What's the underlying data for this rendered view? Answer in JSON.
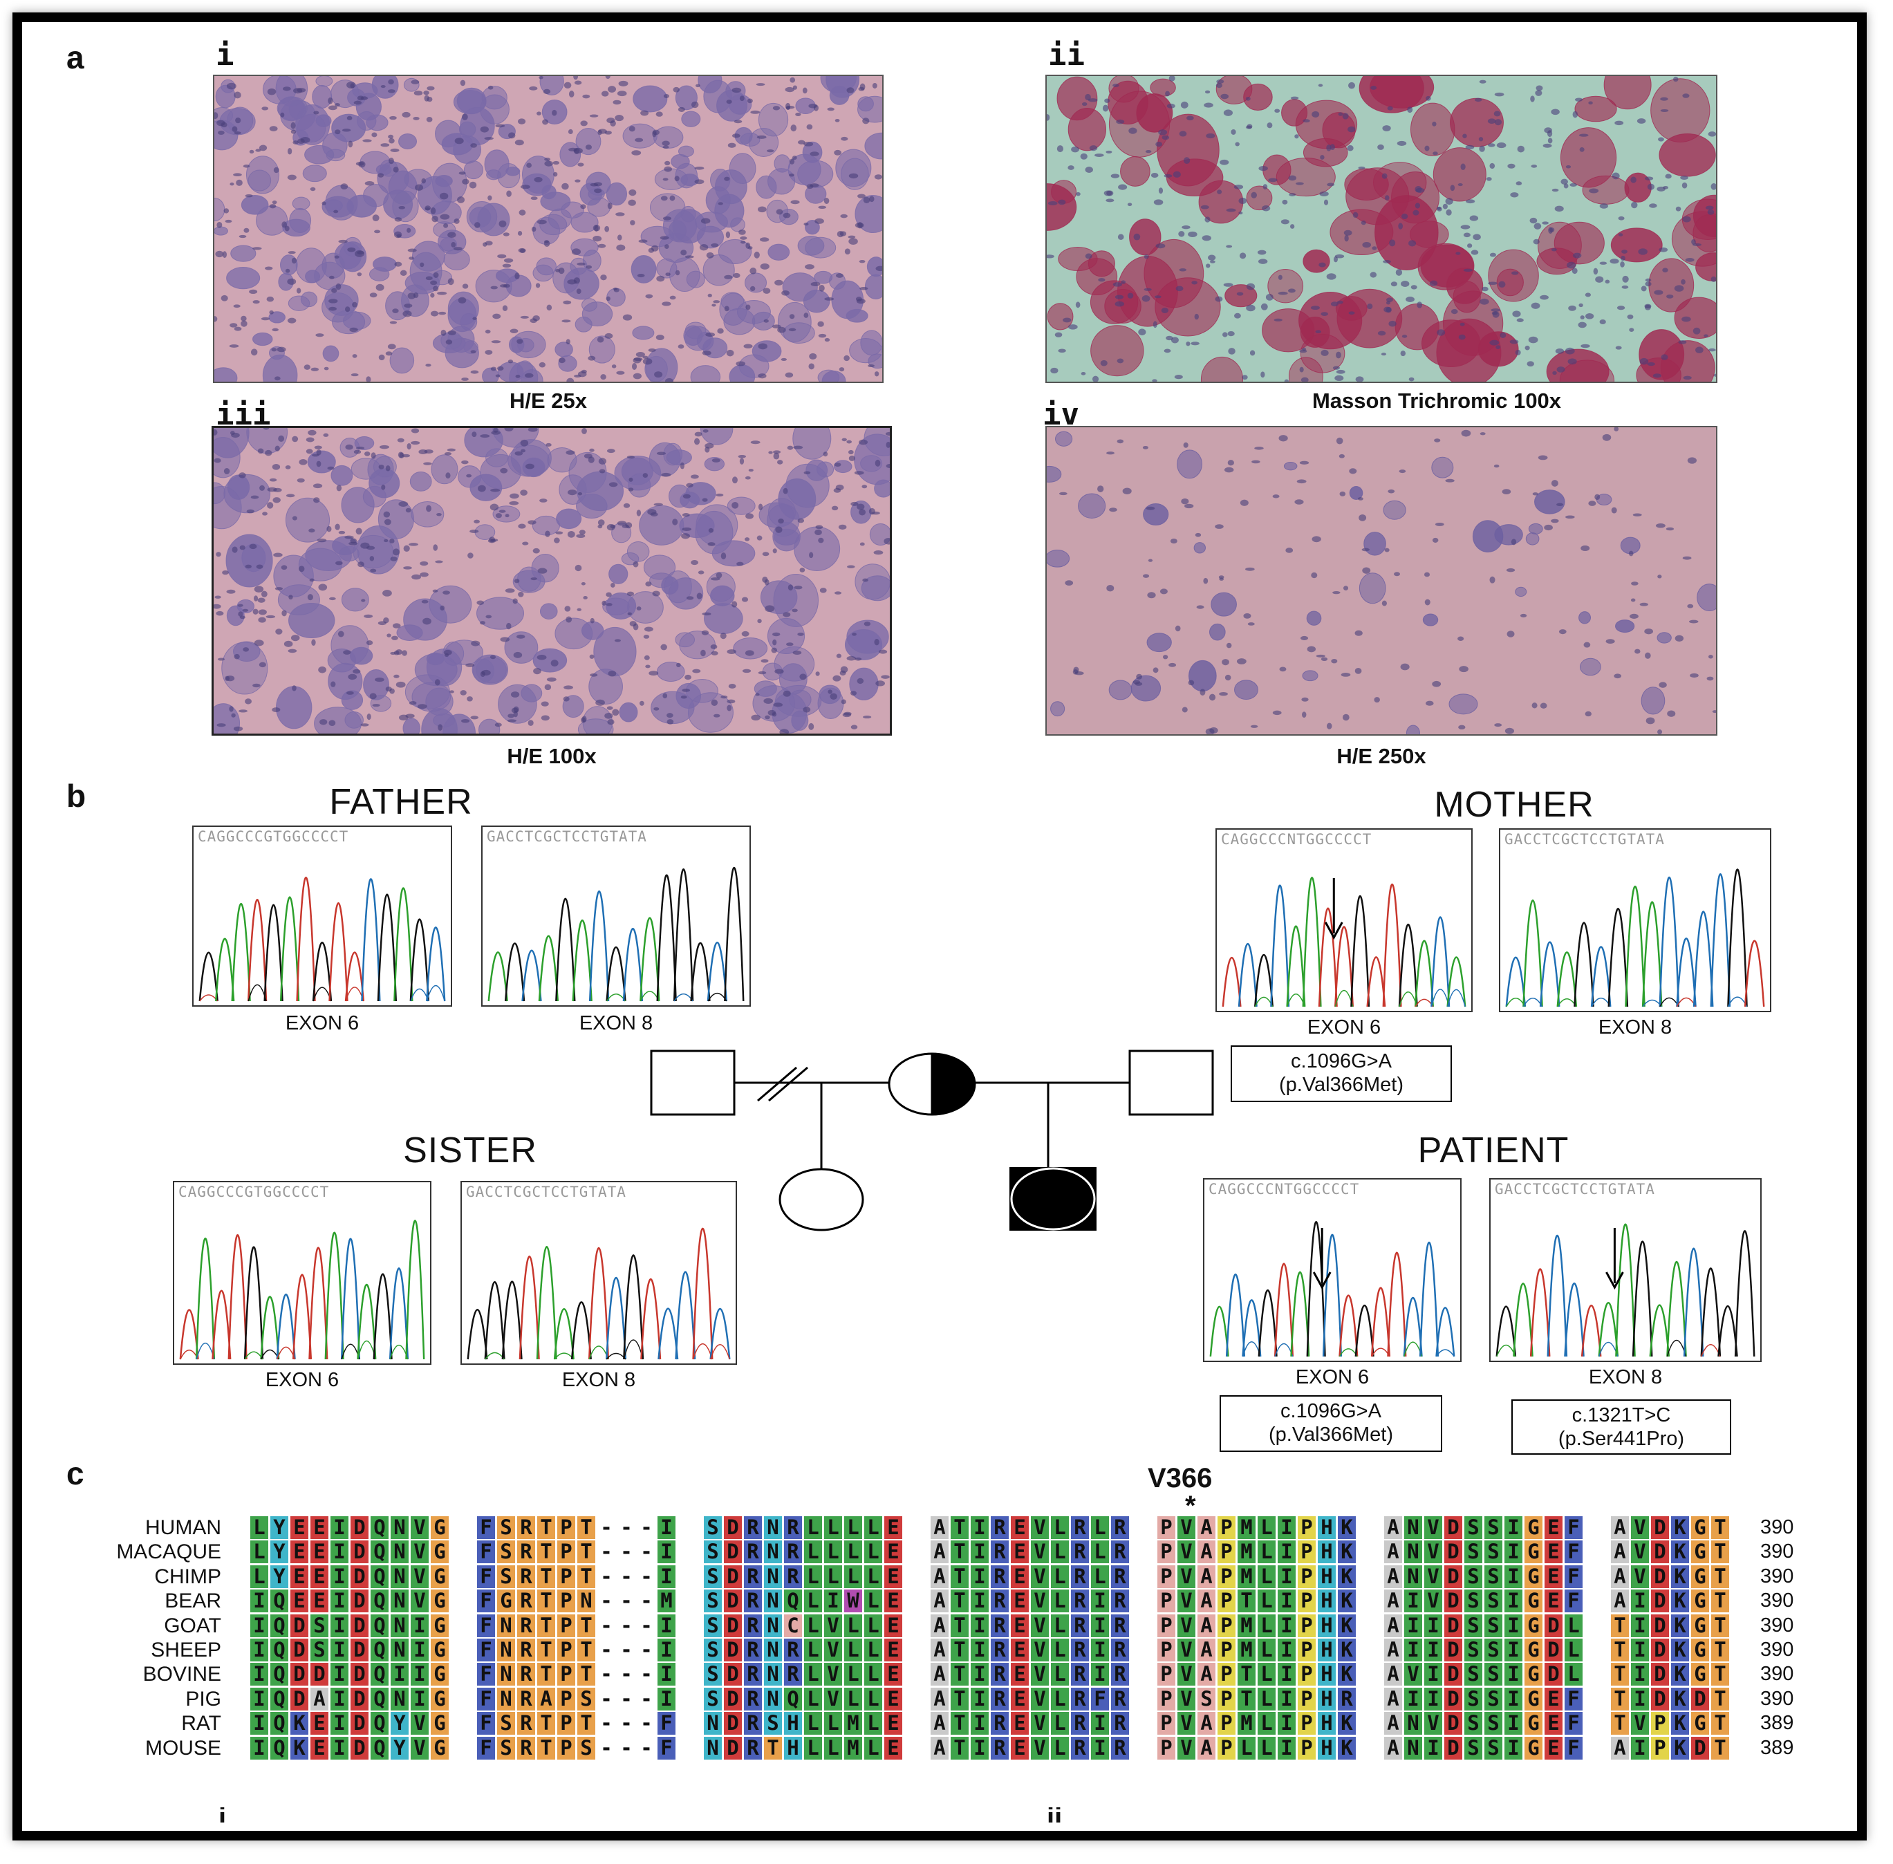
{
  "panels": {
    "a": {
      "letter": "a",
      "images": [
        {
          "roman": "i",
          "caption": "H/E 25x"
        },
        {
          "roman": "ii",
          "caption": "Masson Trichromic 100x"
        },
        {
          "roman": "iii",
          "caption": "H/E 100x"
        },
        {
          "roman": "iv",
          "caption": "H/E 250x"
        }
      ]
    },
    "b": {
      "letter": "b",
      "members": {
        "father": {
          "label": "FATHER",
          "seq6": "CAGGCCCGTGGCCCCT",
          "seq8": "GACCTCGCTCCTGTATA"
        },
        "mother": {
          "label": "MOTHER",
          "seq6": "CAGGCCCNTGGCCCCT",
          "seq8": "GACCTCGCTCCTGTATA"
        },
        "sister": {
          "label": "SISTER",
          "seq6": "CAGGCCCGTGGCCCCT",
          "seq8": "GACCTCGCTCCTGTATA"
        },
        "patient": {
          "label": "PATIENT",
          "seq6": "CAGGCCCNTGGCCCCT",
          "seq8": "GACCTCGCTCCTGTATA"
        }
      },
      "exon6": "EXON 6",
      "exon8": "EXON 8",
      "mutations": {
        "mother": {
          "line1": "c.1096G>A",
          "line2": "(p.Val366Met)"
        },
        "patient6": {
          "line1": "c.1096G>A",
          "line2": "(p.Val366Met)"
        },
        "patient8": {
          "line1": "c.1321T>C",
          "line2": "(p.Ser441Pro)"
        }
      }
    },
    "c": {
      "letter": "c",
      "marker": "V366",
      "star": "*",
      "rows": [
        {
          "species": "HUMAN",
          "seq": "LYEEIDQNVG FSRTPT---I SDRNRLLLLE ATIREVLRLR PVAPMLIPHK ANVDSSIGEF AVDKGT",
          "end": "390"
        },
        {
          "species": "MACAQUE",
          "seq": "LYEEIDQNVG FSRTPT---I SDRNRLLLLE ATIREVLRLR PVAPMLIPHK ANVDSSIGEF AVDKGT",
          "end": "390"
        },
        {
          "species": "CHIMP",
          "seq": "LYEEIDQNVG FSRTPT---I SDRNRLLLLE ATIREVLRLR PVAPMLIPHK ANVDSSIGEF AVDKGT",
          "end": "390"
        },
        {
          "species": "BEAR",
          "seq": "IQEEIDQNVG FGRTPN---M SDRNQLIWLE ATIREVLRIR PVAPTLIPHK AIVDSSIGEF AIDKGT",
          "end": "390"
        },
        {
          "species": "GOAT",
          "seq": "IQDSIDQNIG FNRTPT---I SDRNCLVLLE ATIREVLRIR PVAPMLIPHK AIIDSSIGDL TIDKGT",
          "end": "390"
        },
        {
          "species": "SHEEP",
          "seq": "IQDSIDQNIG FNRTPT---I SDRNRLVLLE ATIREVLRIR PVAPMLIPHK AIIDSSIGDL TIDKGT",
          "end": "390"
        },
        {
          "species": "BOVINE",
          "seq": "IQDDIDQIIG FNRTPT---I SDRNRLVLLE ATIREVLRIR PVAPTLIPHK AVIDSSIGDL TIDKGT",
          "end": "390"
        },
        {
          "species": "PIG",
          "seq": "IQDAIDQNIG FNRAPS---I SDRNQLVLLE ATIREVLRFR PVSPTLIPHR AIIDSSIGEF TIDKDT",
          "end": "390"
        },
        {
          "species": "RAT",
          "seq": "IQKEIDQYVG FSRTPT---F NDRSHLLMLE ATIREVLRIR PVAPMLIPHK ANVDSSIGEF TVPKGT",
          "end": "389"
        },
        {
          "species": "MOUSE",
          "seq": "IQKEIDQYVG FSRTPS---F NDRTHLLMLE ATIREVLRIR PVAPLLIPHK ANIDSSIGEF AIPKDT",
          "end": "389"
        }
      ],
      "bottom_marks": [
        "i",
        "ii"
      ]
    }
  },
  "colors": {
    "he_bg": "#cfa6b4",
    "he_cell": "#7a6aa8",
    "masson_bg": "#a7cbbd",
    "masson_cell": "#a02a52",
    "trace_A": "#2ca02c",
    "trace_C": "#1f6fb4",
    "trace_G": "#111111",
    "trace_T": "#c8372d",
    "aa_green": "#3ea34a",
    "aa_blue": "#4a5fb8",
    "aa_red": "#cf3b3b",
    "aa_orange": "#e8a04a",
    "aa_pink": "#e3aaa6",
    "aa_cyan": "#3fb5c9",
    "aa_yellow": "#e2d44a",
    "aa_gray": "#c9c9c9",
    "aa_magenta": "#b04db0"
  }
}
